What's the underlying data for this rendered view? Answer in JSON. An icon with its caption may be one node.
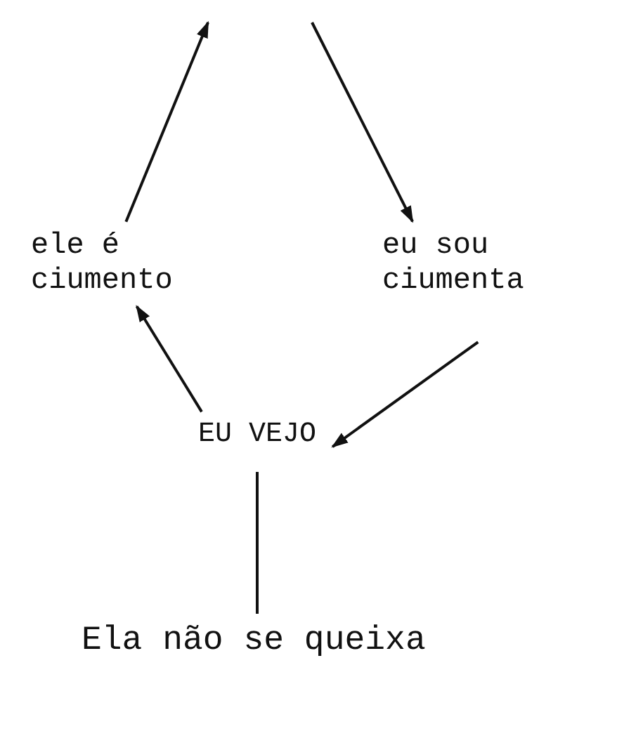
{
  "diagram": {
    "nodes": [
      {
        "text": [
          "ele é ciumento"
        ]
      },
      {
        "text": [
          "eu sou ciumenta"
        ]
      },
      {
        "text": [
          "EU VEJO"
        ]
      },
      {
        "text": [
          "Ela não se queixa"
        ]
      }
    ],
    "edges": [
      {
        "from": 0,
        "to": null,
        "arrow": "to"
      },
      {
        "from": null,
        "to": 1,
        "arrow": "to"
      },
      {
        "from": 1,
        "to": 2,
        "arrow": "to"
      },
      {
        "from": 2,
        "to": 0,
        "arrow": "to"
      },
      {
        "from": 2,
        "to": 3,
        "arrow": "none"
      }
    ]
  }
}
